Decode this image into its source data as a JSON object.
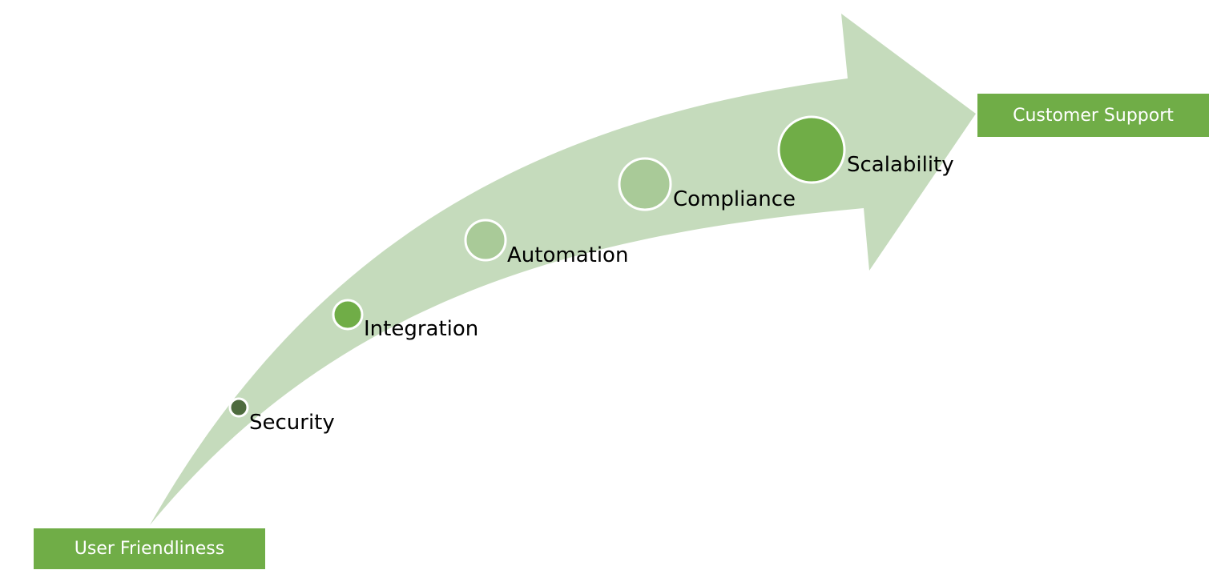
{
  "colors": {
    "arrow": "#c5dbbc",
    "box": "#70ad47",
    "box_text": "#ffffff"
  },
  "start_box": {
    "label": "User Friendliness"
  },
  "end_box": {
    "label": "Customer Support"
  },
  "milestones": [
    {
      "label": "Security",
      "color": "#4e6b3e"
    },
    {
      "label": "Integration",
      "color": "#70ad47"
    },
    {
      "label": "Automation",
      "color": "#a9ca98"
    },
    {
      "label": "Compliance",
      "color": "#a9ca98"
    },
    {
      "label": "Scalability",
      "color": "#70ad47"
    }
  ]
}
